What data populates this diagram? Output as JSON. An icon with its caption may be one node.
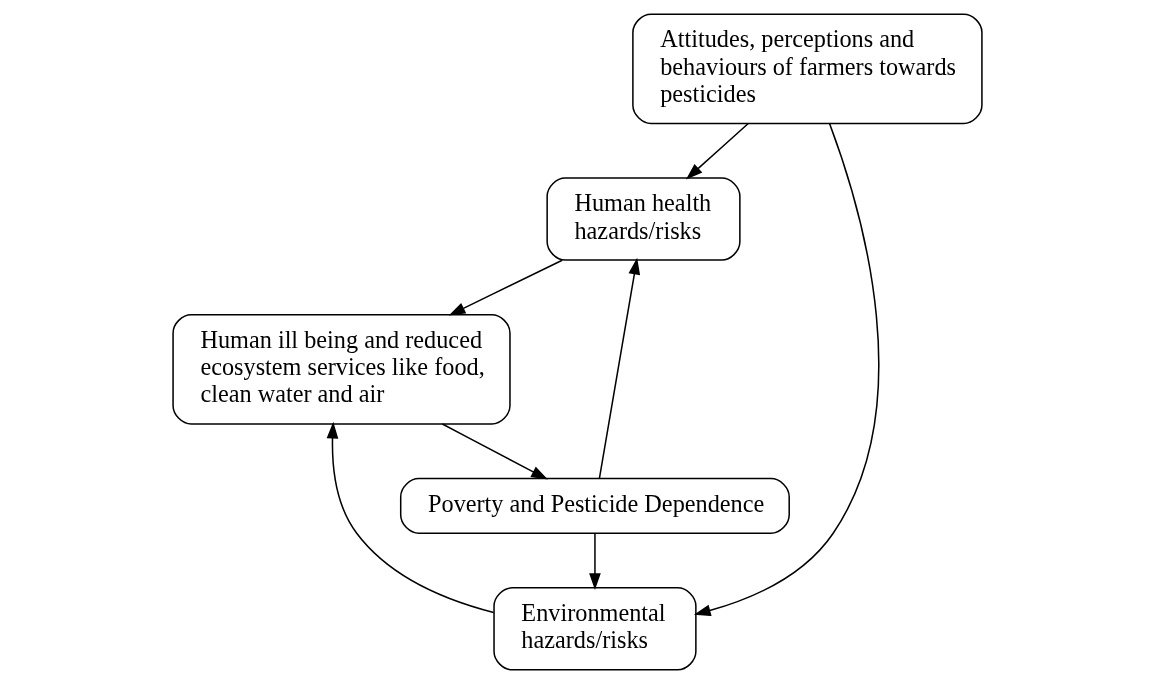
{
  "diagram": {
    "nodes": [
      {
        "text": [
          "Attitudes, perceptions and behaviours of farmers towards pesticides"
        ]
      },
      {
        "text": [
          "Human health hazards/risks"
        ]
      },
      {
        "text": [
          "Environmental hazards/risks"
        ]
      },
      {
        "text": [
          "Human ill being and reduced ecosystem services like food, clean water and air"
        ]
      },
      {
        "text": [
          "Poverty and Pesticide Dependence"
        ]
      }
    ],
    "edges": [
      {
        "from": 0,
        "to": 1,
        "arrow": "to"
      },
      {
        "from": 0,
        "to": 2,
        "arrow": "to"
      },
      {
        "from": 1,
        "to": 3,
        "arrow": "to"
      },
      {
        "from": 2,
        "to": 3,
        "arrow": "to"
      },
      {
        "from": 3,
        "to": 4,
        "arrow": "to"
      },
      {
        "from": 4,
        "to": 1,
        "arrow": "to"
      },
      {
        "from": 4,
        "to": 2,
        "arrow": "to"
      }
    ]
  }
}
